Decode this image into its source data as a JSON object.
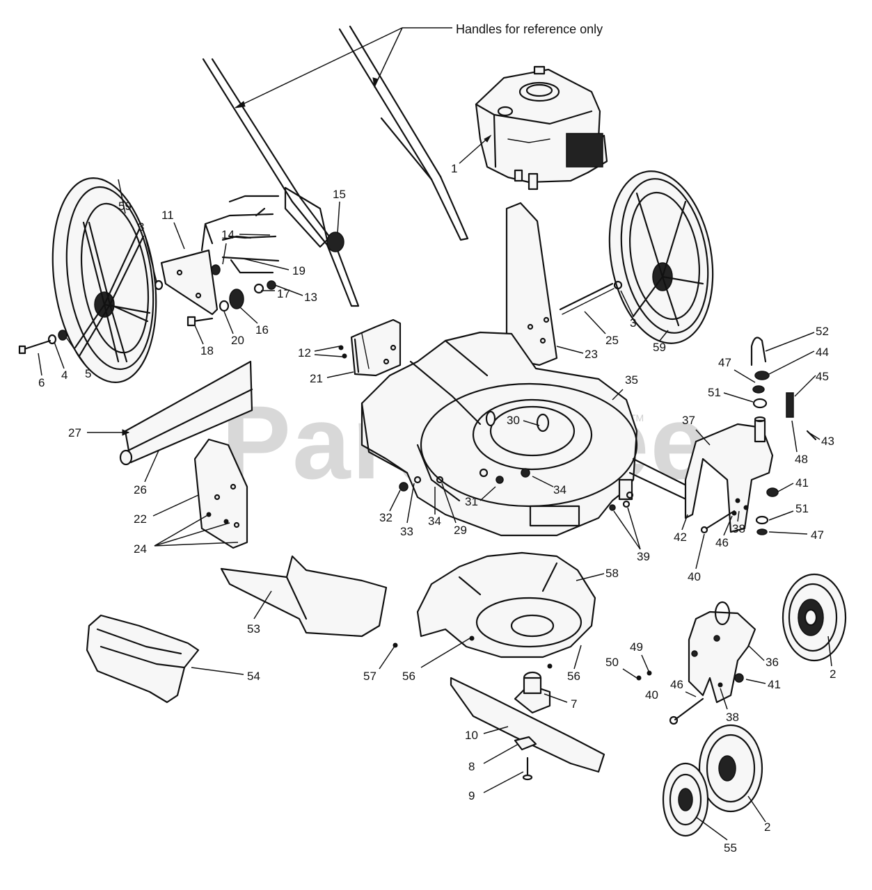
{
  "note": "Handles for reference only",
  "watermark": "PartsTree",
  "watermark_tm": "TM",
  "callouts": {
    "c1": "1",
    "c2a": "2",
    "c2b": "2",
    "c3a": "3",
    "c3b": "3",
    "c4": "4",
    "c5": "5",
    "c6": "6",
    "c7": "7",
    "c8": "8",
    "c9": "9",
    "c10": "10",
    "c11": "11",
    "c12": "12",
    "c13": "13",
    "c14": "14",
    "c15": "15",
    "c16": "16",
    "c17": "17",
    "c18": "18",
    "c19": "19",
    "c20": "20",
    "c21": "21",
    "c22": "22",
    "c23": "23",
    "c24": "24",
    "c25": "25",
    "c26": "26",
    "c27": "27",
    "c29": "29",
    "c30": "30",
    "c31": "31",
    "c32": "32",
    "c33": "33",
    "c34a": "34",
    "c34b": "34",
    "c35": "35",
    "c36": "36",
    "c37": "37",
    "c38a": "38",
    "c38b": "38",
    "c39": "39",
    "c40a": "40",
    "c40b": "40",
    "c41a": "41",
    "c41b": "41",
    "c42": "42",
    "c43": "43",
    "c44": "44",
    "c45": "45",
    "c46a": "46",
    "c46b": "46",
    "c47a": "47",
    "c47b": "47",
    "c48": "48",
    "c49": "49",
    "c50": "50",
    "c51a": "51",
    "c51b": "51",
    "c52": "52",
    "c53": "53",
    "c54": "54",
    "c55": "55",
    "c56a": "56",
    "c56b": "56",
    "c57": "57",
    "c58": "58",
    "c59a": "59",
    "c59b": "59"
  }
}
